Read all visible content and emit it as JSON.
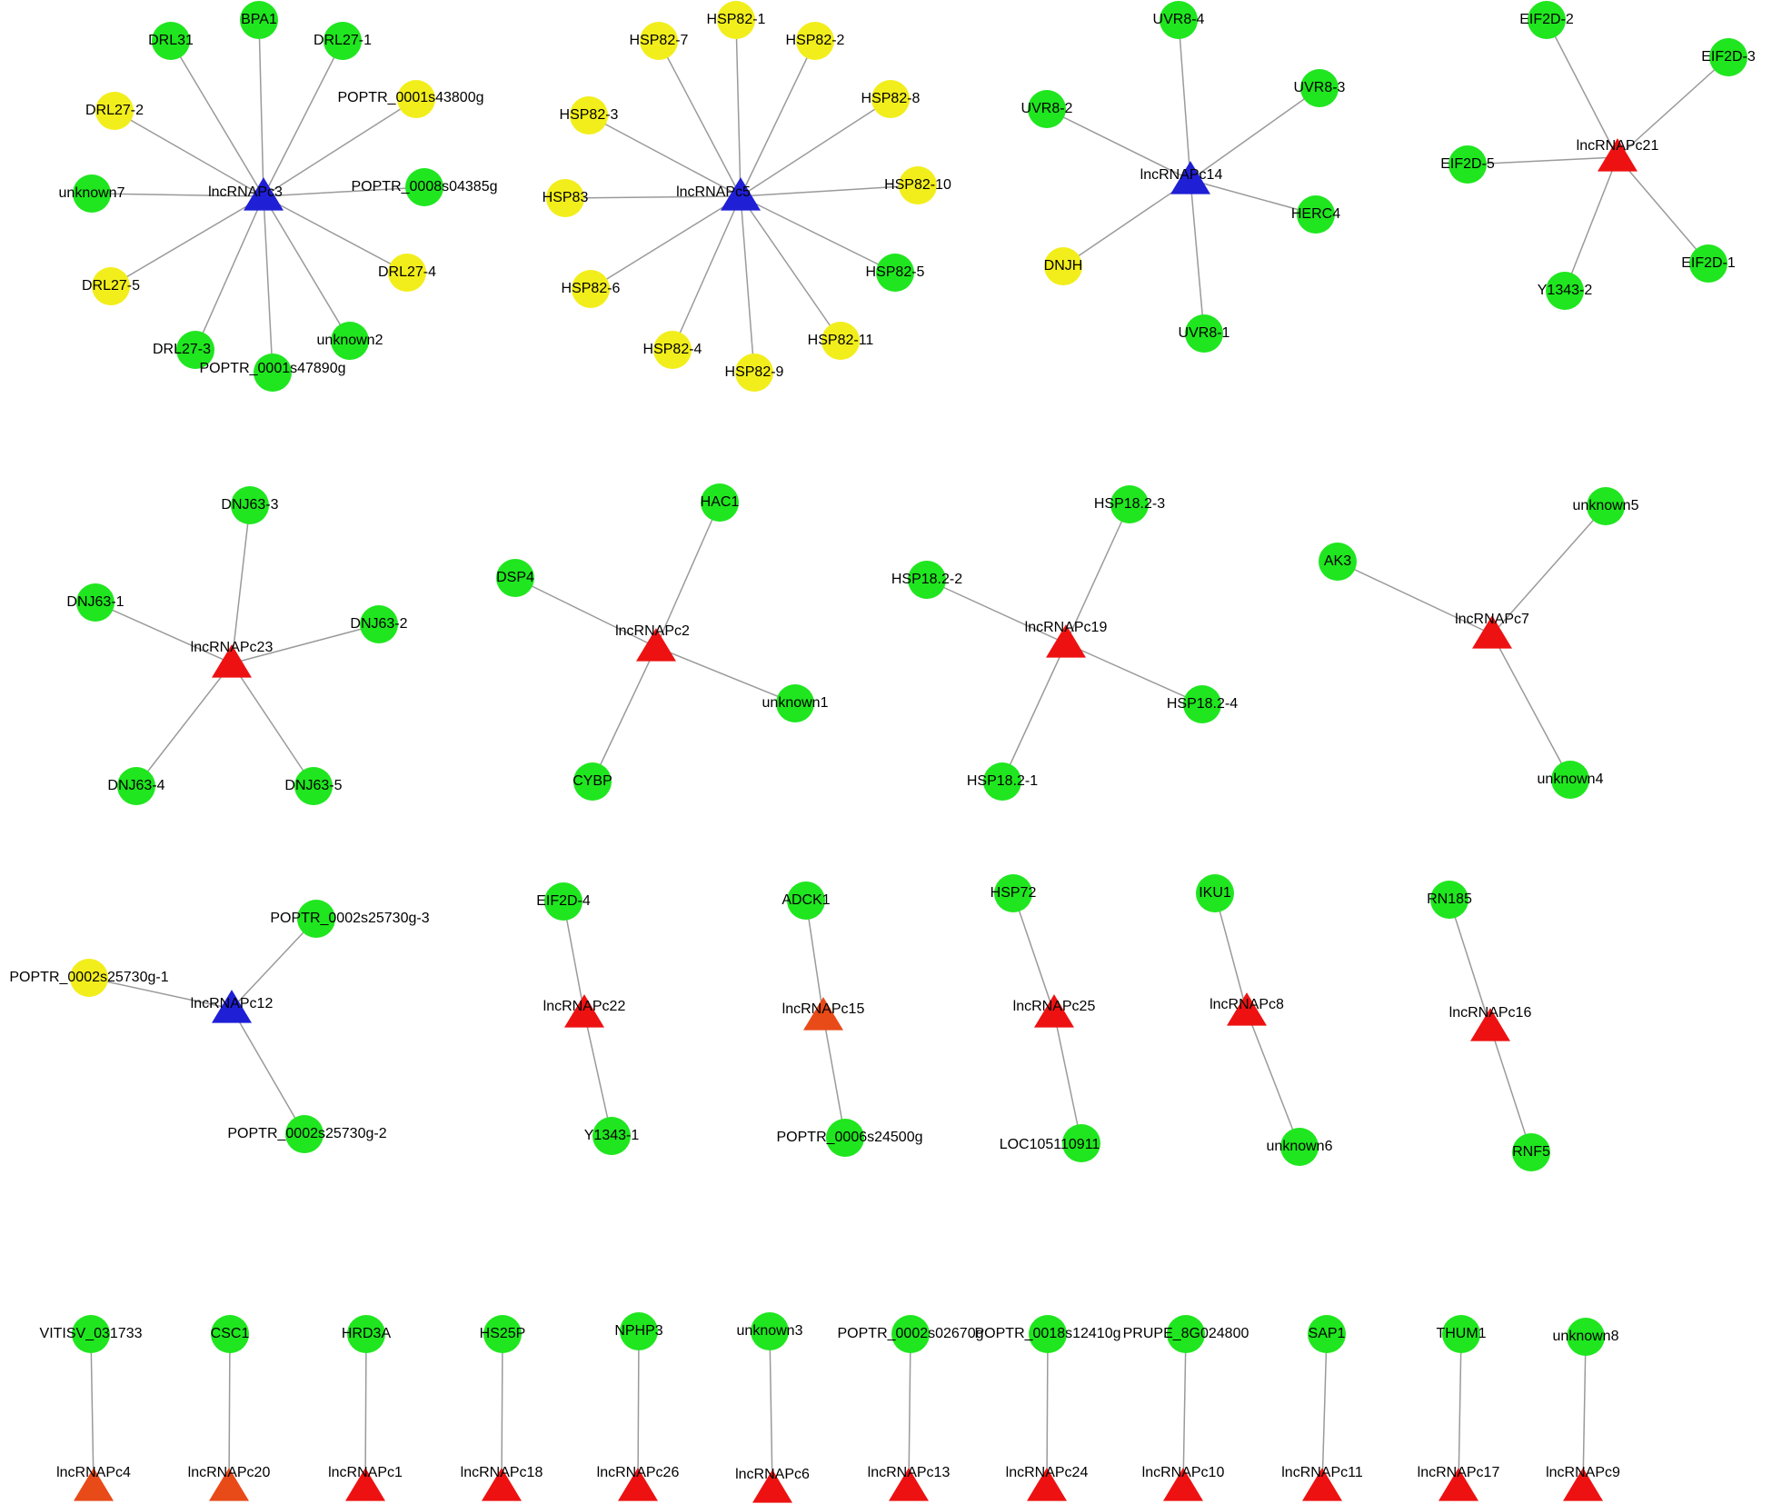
{
  "colors": {
    "edge": "#9a9a9a",
    "blue_hub": "#1f1fd6",
    "red_hub": "#ee1111",
    "orange_hub": "#e84a18",
    "green_gene": "#1fe61f",
    "yellow_gene": "#f2ee1c"
  },
  "legend_note": "",
  "networks": [
    {
      "hub": {
        "label": "lncRNAPc3",
        "color": "blue"
      },
      "genes": [
        {
          "label": "BPA1",
          "color": "green"
        },
        {
          "label": "DRL27-1",
          "color": "green"
        },
        {
          "label": "POPTR_0001s43800g",
          "color": "yellow"
        },
        {
          "label": "POPTR_0008s04385g",
          "color": "green"
        },
        {
          "label": "DRL27-4",
          "color": "yellow"
        },
        {
          "label": "unknown2",
          "color": "green"
        },
        {
          "label": "POPTR_0001s47890g",
          "color": "green"
        },
        {
          "label": "DRL27-3",
          "color": "green"
        },
        {
          "label": "DRL27-5",
          "color": "yellow"
        },
        {
          "label": "unknown7",
          "color": "green"
        },
        {
          "label": "DRL27-2",
          "color": "yellow"
        },
        {
          "label": "DRL31",
          "color": "green"
        }
      ]
    },
    {
      "hub": {
        "label": "lncRNAPc5",
        "color": "blue"
      },
      "genes": [
        {
          "label": "HSP82-1",
          "color": "yellow"
        },
        {
          "label": "HSP82-2",
          "color": "yellow"
        },
        {
          "label": "HSP82-8",
          "color": "yellow"
        },
        {
          "label": "HSP82-10",
          "color": "yellow"
        },
        {
          "label": "HSP82-5",
          "color": "green"
        },
        {
          "label": "HSP82-11",
          "color": "yellow"
        },
        {
          "label": "HSP82-9",
          "color": "yellow"
        },
        {
          "label": "HSP82-4",
          "color": "yellow"
        },
        {
          "label": "HSP82-6",
          "color": "yellow"
        },
        {
          "label": "HSP83",
          "color": "yellow"
        },
        {
          "label": "HSP82-3",
          "color": "yellow"
        },
        {
          "label": "HSP82-7",
          "color": "yellow"
        }
      ]
    },
    {
      "hub": {
        "label": "lncRNAPc14",
        "color": "blue"
      },
      "genes": [
        {
          "label": "UVR8-4",
          "color": "green"
        },
        {
          "label": "UVR8-3",
          "color": "green"
        },
        {
          "label": "HERC4",
          "color": "green"
        },
        {
          "label": "UVR8-1",
          "color": "green"
        },
        {
          "label": "DNJH",
          "color": "yellow"
        },
        {
          "label": "UVR8-2",
          "color": "green"
        }
      ]
    },
    {
      "hub": {
        "label": "lncRNAPc21",
        "color": "red"
      },
      "genes": [
        {
          "label": "EIF2D-2",
          "color": "green"
        },
        {
          "label": "EIF2D-3",
          "color": "green"
        },
        {
          "label": "EIF2D-1",
          "color": "green"
        },
        {
          "label": "Y1343-2",
          "color": "green"
        },
        {
          "label": "EIF2D-5",
          "color": "green"
        }
      ]
    },
    {
      "hub": {
        "label": "lncRNAPc23",
        "color": "red"
      },
      "genes": [
        {
          "label": "DNJ63-3",
          "color": "green"
        },
        {
          "label": "DNJ63-2",
          "color": "green"
        },
        {
          "label": "DNJ63-5",
          "color": "green"
        },
        {
          "label": "DNJ63-4",
          "color": "green"
        },
        {
          "label": "DNJ63-1",
          "color": "green"
        }
      ]
    },
    {
      "hub": {
        "label": "lncRNAPc2",
        "color": "red"
      },
      "genes": [
        {
          "label": "HAC1",
          "color": "green"
        },
        {
          "label": "unknown1",
          "color": "green"
        },
        {
          "label": "CYBP",
          "color": "green"
        },
        {
          "label": "DSP4",
          "color": "green"
        }
      ]
    },
    {
      "hub": {
        "label": "lncRNAPc19",
        "color": "red"
      },
      "genes": [
        {
          "label": "HSP18.2-3",
          "color": "green"
        },
        {
          "label": "HSP18.2-4",
          "color": "green"
        },
        {
          "label": "HSP18.2-1",
          "color": "green"
        },
        {
          "label": "HSP18.2-2",
          "color": "green"
        }
      ]
    },
    {
      "hub": {
        "label": "lncRNAPc7",
        "color": "red"
      },
      "genes": [
        {
          "label": "unknown5",
          "color": "green"
        },
        {
          "label": "unknown4",
          "color": "green"
        },
        {
          "label": "AK3",
          "color": "green"
        }
      ]
    },
    {
      "hub": {
        "label": "lncRNAPc12",
        "color": "blue"
      },
      "genes": [
        {
          "label": "POPTR_0002s25730g-3",
          "color": "green"
        },
        {
          "label": "POPTR_0002s25730g-2",
          "color": "green"
        },
        {
          "label": "POPTR_0002s25730g-1",
          "color": "yellow"
        }
      ]
    },
    {
      "hub": {
        "label": "lncRNAPc22",
        "color": "red"
      },
      "genes": [
        {
          "label": "EIF2D-4",
          "color": "green"
        },
        {
          "label": "Y1343-1",
          "color": "green"
        }
      ]
    },
    {
      "hub": {
        "label": "lncRNAPc15",
        "color": "orange"
      },
      "genes": [
        {
          "label": "ADCK1",
          "color": "green"
        },
        {
          "label": "POPTR_0006s24500g",
          "color": "green"
        }
      ]
    },
    {
      "hub": {
        "label": "lncRNAPc25",
        "color": "red"
      },
      "genes": [
        {
          "label": "HSP72",
          "color": "green"
        },
        {
          "label": "LOC105110911",
          "color": "green"
        }
      ]
    },
    {
      "hub": {
        "label": "lncRNAPc8",
        "color": "red"
      },
      "genes": [
        {
          "label": "IKU1",
          "color": "green"
        },
        {
          "label": "unknown6",
          "color": "green"
        }
      ]
    },
    {
      "hub": {
        "label": "lncRNAPc16",
        "color": "red"
      },
      "genes": [
        {
          "label": "RN185",
          "color": "green"
        },
        {
          "label": "RNF5",
          "color": "green"
        }
      ]
    },
    {
      "hub": {
        "label": "lncRNAPc4",
        "color": "orange"
      },
      "genes": [
        {
          "label": "VITISV_031733",
          "color": "green"
        }
      ]
    },
    {
      "hub": {
        "label": "lncRNAPc20",
        "color": "orange"
      },
      "genes": [
        {
          "label": "CSC1",
          "color": "green"
        }
      ]
    },
    {
      "hub": {
        "label": "lncRNAPc1",
        "color": "red"
      },
      "genes": [
        {
          "label": "HRD3A",
          "color": "green"
        }
      ]
    },
    {
      "hub": {
        "label": "lncRNAPc18",
        "color": "red"
      },
      "genes": [
        {
          "label": "HS25P",
          "color": "green"
        }
      ]
    },
    {
      "hub": {
        "label": "lncRNAPc26",
        "color": "red"
      },
      "genes": [
        {
          "label": "NPHP3",
          "color": "green"
        }
      ]
    },
    {
      "hub": {
        "label": "lncRNAPc6",
        "color": "red"
      },
      "genes": [
        {
          "label": "unknown3",
          "color": "green"
        }
      ]
    },
    {
      "hub": {
        "label": "lncRNAPc13",
        "color": "red"
      },
      "genes": [
        {
          "label": "POPTR_0002s02670g",
          "color": "green"
        }
      ]
    },
    {
      "hub": {
        "label": "lncRNAPc24",
        "color": "red"
      },
      "genes": [
        {
          "label": "POPTR_0018s12410g",
          "color": "green"
        }
      ]
    },
    {
      "hub": {
        "label": "lncRNAPc10",
        "color": "red"
      },
      "genes": [
        {
          "label": "PRUPE_8G024800",
          "color": "green"
        }
      ]
    },
    {
      "hub": {
        "label": "lncRNAPc11",
        "color": "red"
      },
      "genes": [
        {
          "label": "SAP1",
          "color": "green"
        }
      ]
    },
    {
      "hub": {
        "label": "lncRNAPc17",
        "color": "red"
      },
      "genes": [
        {
          "label": "THUM1",
          "color": "green"
        }
      ]
    },
    {
      "hub": {
        "label": "lncRNAPc9",
        "color": "red"
      },
      "genes": [
        {
          "label": "unknown8",
          "color": "green"
        }
      ]
    }
  ]
}
